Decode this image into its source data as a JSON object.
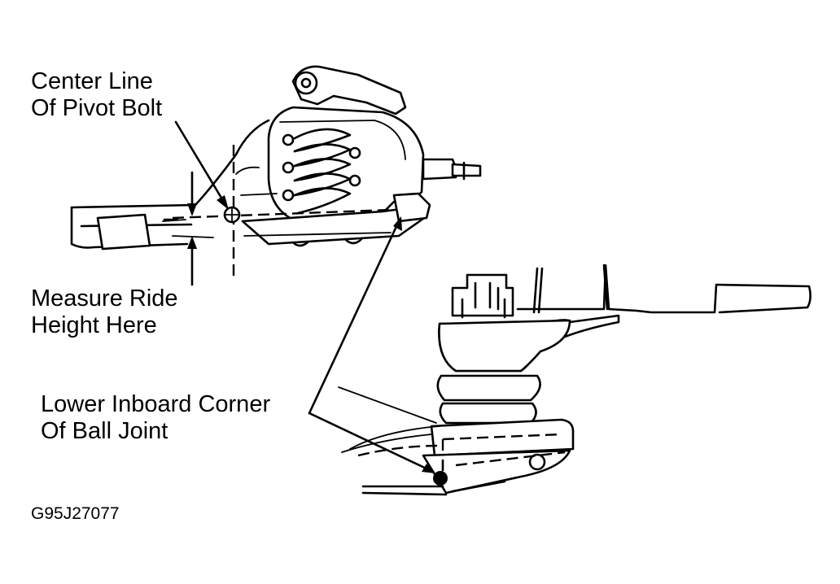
{
  "callouts": {
    "pivot_bolt": {
      "line1": "Center Line",
      "line2": "Of Pivot Bolt"
    },
    "ride_height": {
      "line1": "Measure Ride",
      "line2": "Height Here"
    },
    "ball_joint": {
      "line1": "Lower Inboard Corner",
      "line2": "Of Ball Joint"
    }
  },
  "figure_code": "G95J27077"
}
